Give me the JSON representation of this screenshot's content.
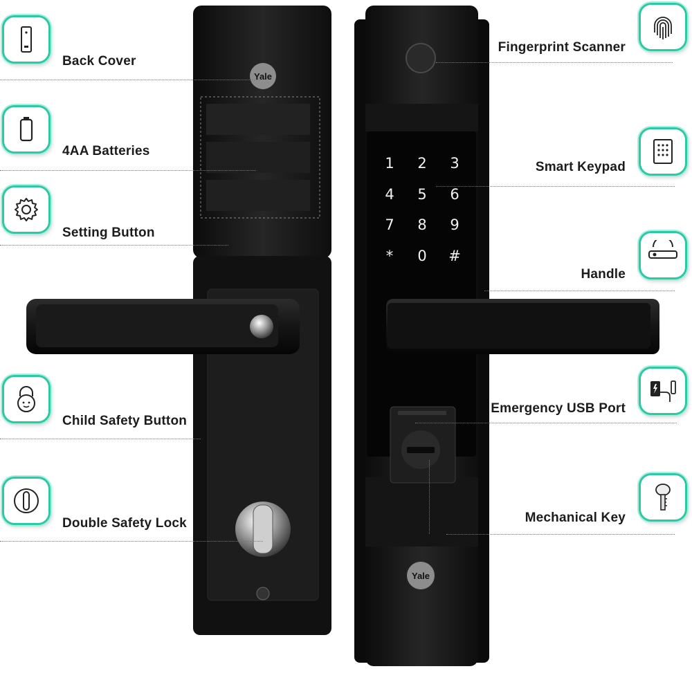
{
  "features_left": [
    {
      "label": "Back Cover",
      "icon": "back-cover-icon"
    },
    {
      "label": "4AA Batteries",
      "icon": "battery-icon"
    },
    {
      "label": "Setting Button",
      "icon": "gear-icon"
    },
    {
      "label": "Child Safety Button",
      "icon": "child-lock-icon"
    },
    {
      "label": "Double Safety Lock",
      "icon": "safety-lock-icon"
    }
  ],
  "features_right": [
    {
      "label": "Fingerprint Scanner",
      "icon": "fingerprint-icon"
    },
    {
      "label": "Smart  Keypad",
      "icon": "keypad-icon"
    },
    {
      "label": "Handle",
      "icon": "handle-icon"
    },
    {
      "label": "Emergency USB Port",
      "icon": "usb-port-icon"
    },
    {
      "label": "Mechanical Key",
      "icon": "key-icon"
    }
  ],
  "brand": {
    "name": "Yale"
  },
  "keypad": {
    "keys": [
      "1",
      "2",
      "3",
      "4",
      "5",
      "6",
      "7",
      "8",
      "9",
      "*",
      "0",
      "#"
    ]
  },
  "colors": {
    "accent": "#2fc7a4",
    "lock_body": "#141414",
    "key_light": "#f2f2f2"
  }
}
